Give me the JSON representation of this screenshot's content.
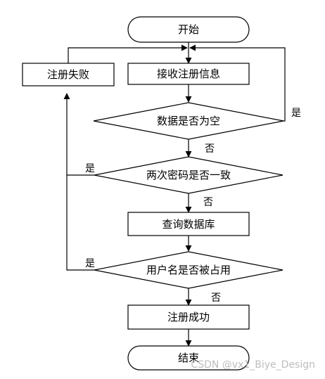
{
  "flowchart": {
    "start": "开始",
    "receive": "接收注册信息",
    "fail": "注册失败",
    "check_empty": "数据是否为空",
    "check_password": "两次密码是否一致",
    "query_db": "查询数据库",
    "check_taken": "用户名是否被占用",
    "success": "注册成功",
    "end": "结束",
    "branch_yes": "是",
    "branch_no": "否"
  },
  "watermark": "CSDN @vx1_Biye_Design"
}
